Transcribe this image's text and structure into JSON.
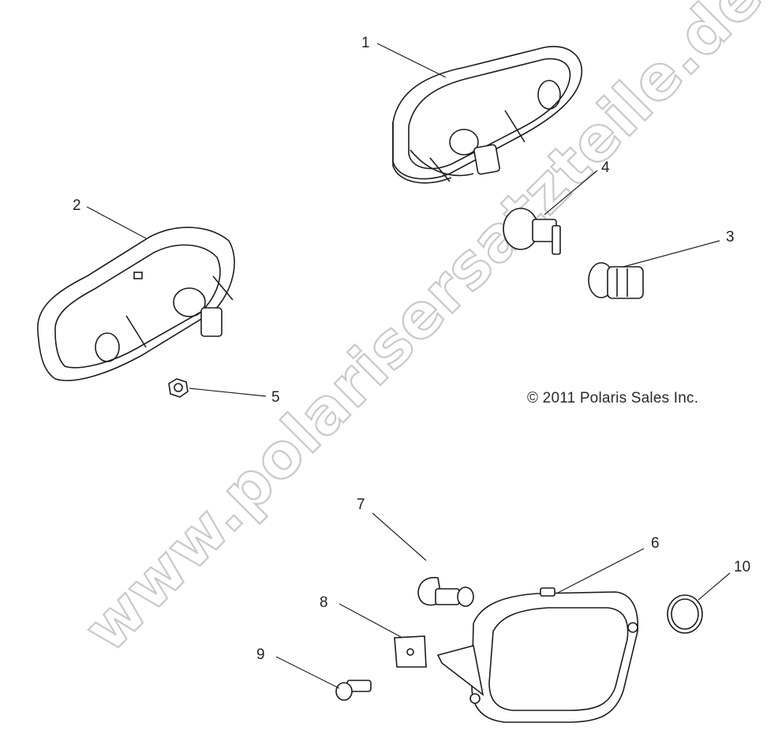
{
  "callouts": [
    "1",
    "2",
    "3",
    "4",
    "5",
    "6",
    "7",
    "8",
    "9",
    "10"
  ],
  "parts": [
    {
      "id": "1",
      "name": "tail-light-right"
    },
    {
      "id": "2",
      "name": "tail-light-left"
    },
    {
      "id": "3",
      "name": "bulb-socket"
    },
    {
      "id": "4",
      "name": "bulb"
    },
    {
      "id": "5",
      "name": "nut"
    },
    {
      "id": "6",
      "name": "headlight-assembly"
    },
    {
      "id": "7",
      "name": "headlight-bulb"
    },
    {
      "id": "8",
      "name": "clip-nut"
    },
    {
      "id": "9",
      "name": "screw"
    },
    {
      "id": "10",
      "name": "o-ring"
    }
  ],
  "copyright": "© 2011 Polaris Sales Inc.",
  "watermark": "www.polarisersatzteile.de"
}
